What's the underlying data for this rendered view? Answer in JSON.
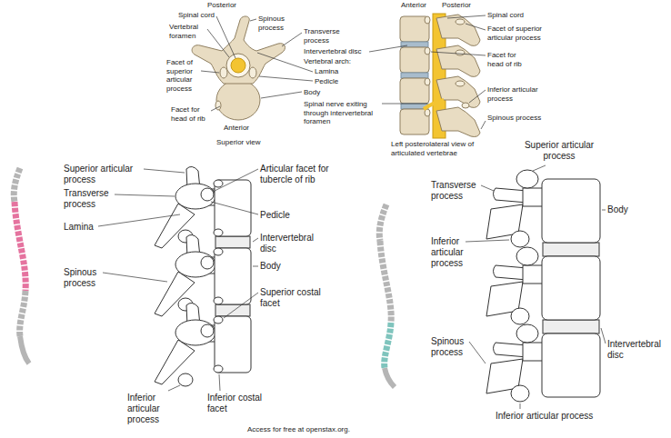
{
  "diagram": {
    "labels": [
      "Posterior",
      "Spinal cord",
      "Spinous process",
      "Vertebral foramen",
      "Transverse process",
      "Facet of superior articular process",
      "Vertebral arch:",
      "Lamina",
      "Pedicle",
      "Facet for head of rib",
      "Intervertebral disc",
      "Body",
      "Spinal nerve exiting through intervertebral foramen",
      "Anterior",
      "Superior view",
      "Anterior",
      "Posterior",
      "Spinal cord",
      "Facet of superior articular process",
      "Facet for head of rib",
      "Inferior articular process",
      "Spinous process",
      "Left posterolateral view of articulated vertebrae",
      "Superior articular process",
      "Transverse process",
      "Lamina",
      "Spinous process",
      "Articular facet for tubercle of rib",
      "Pedicle",
      "Intervertebral disc",
      "Body",
      "Superior costal facet",
      "Inferior articular process",
      "Inferior costal facet",
      "Access for free at openstax.org.",
      "Superior articular process",
      "Transverse process",
      "Body",
      "Inferior articular process",
      "Spinous process",
      "Intervertebral disc",
      "Inferior articular process"
    ]
  }
}
